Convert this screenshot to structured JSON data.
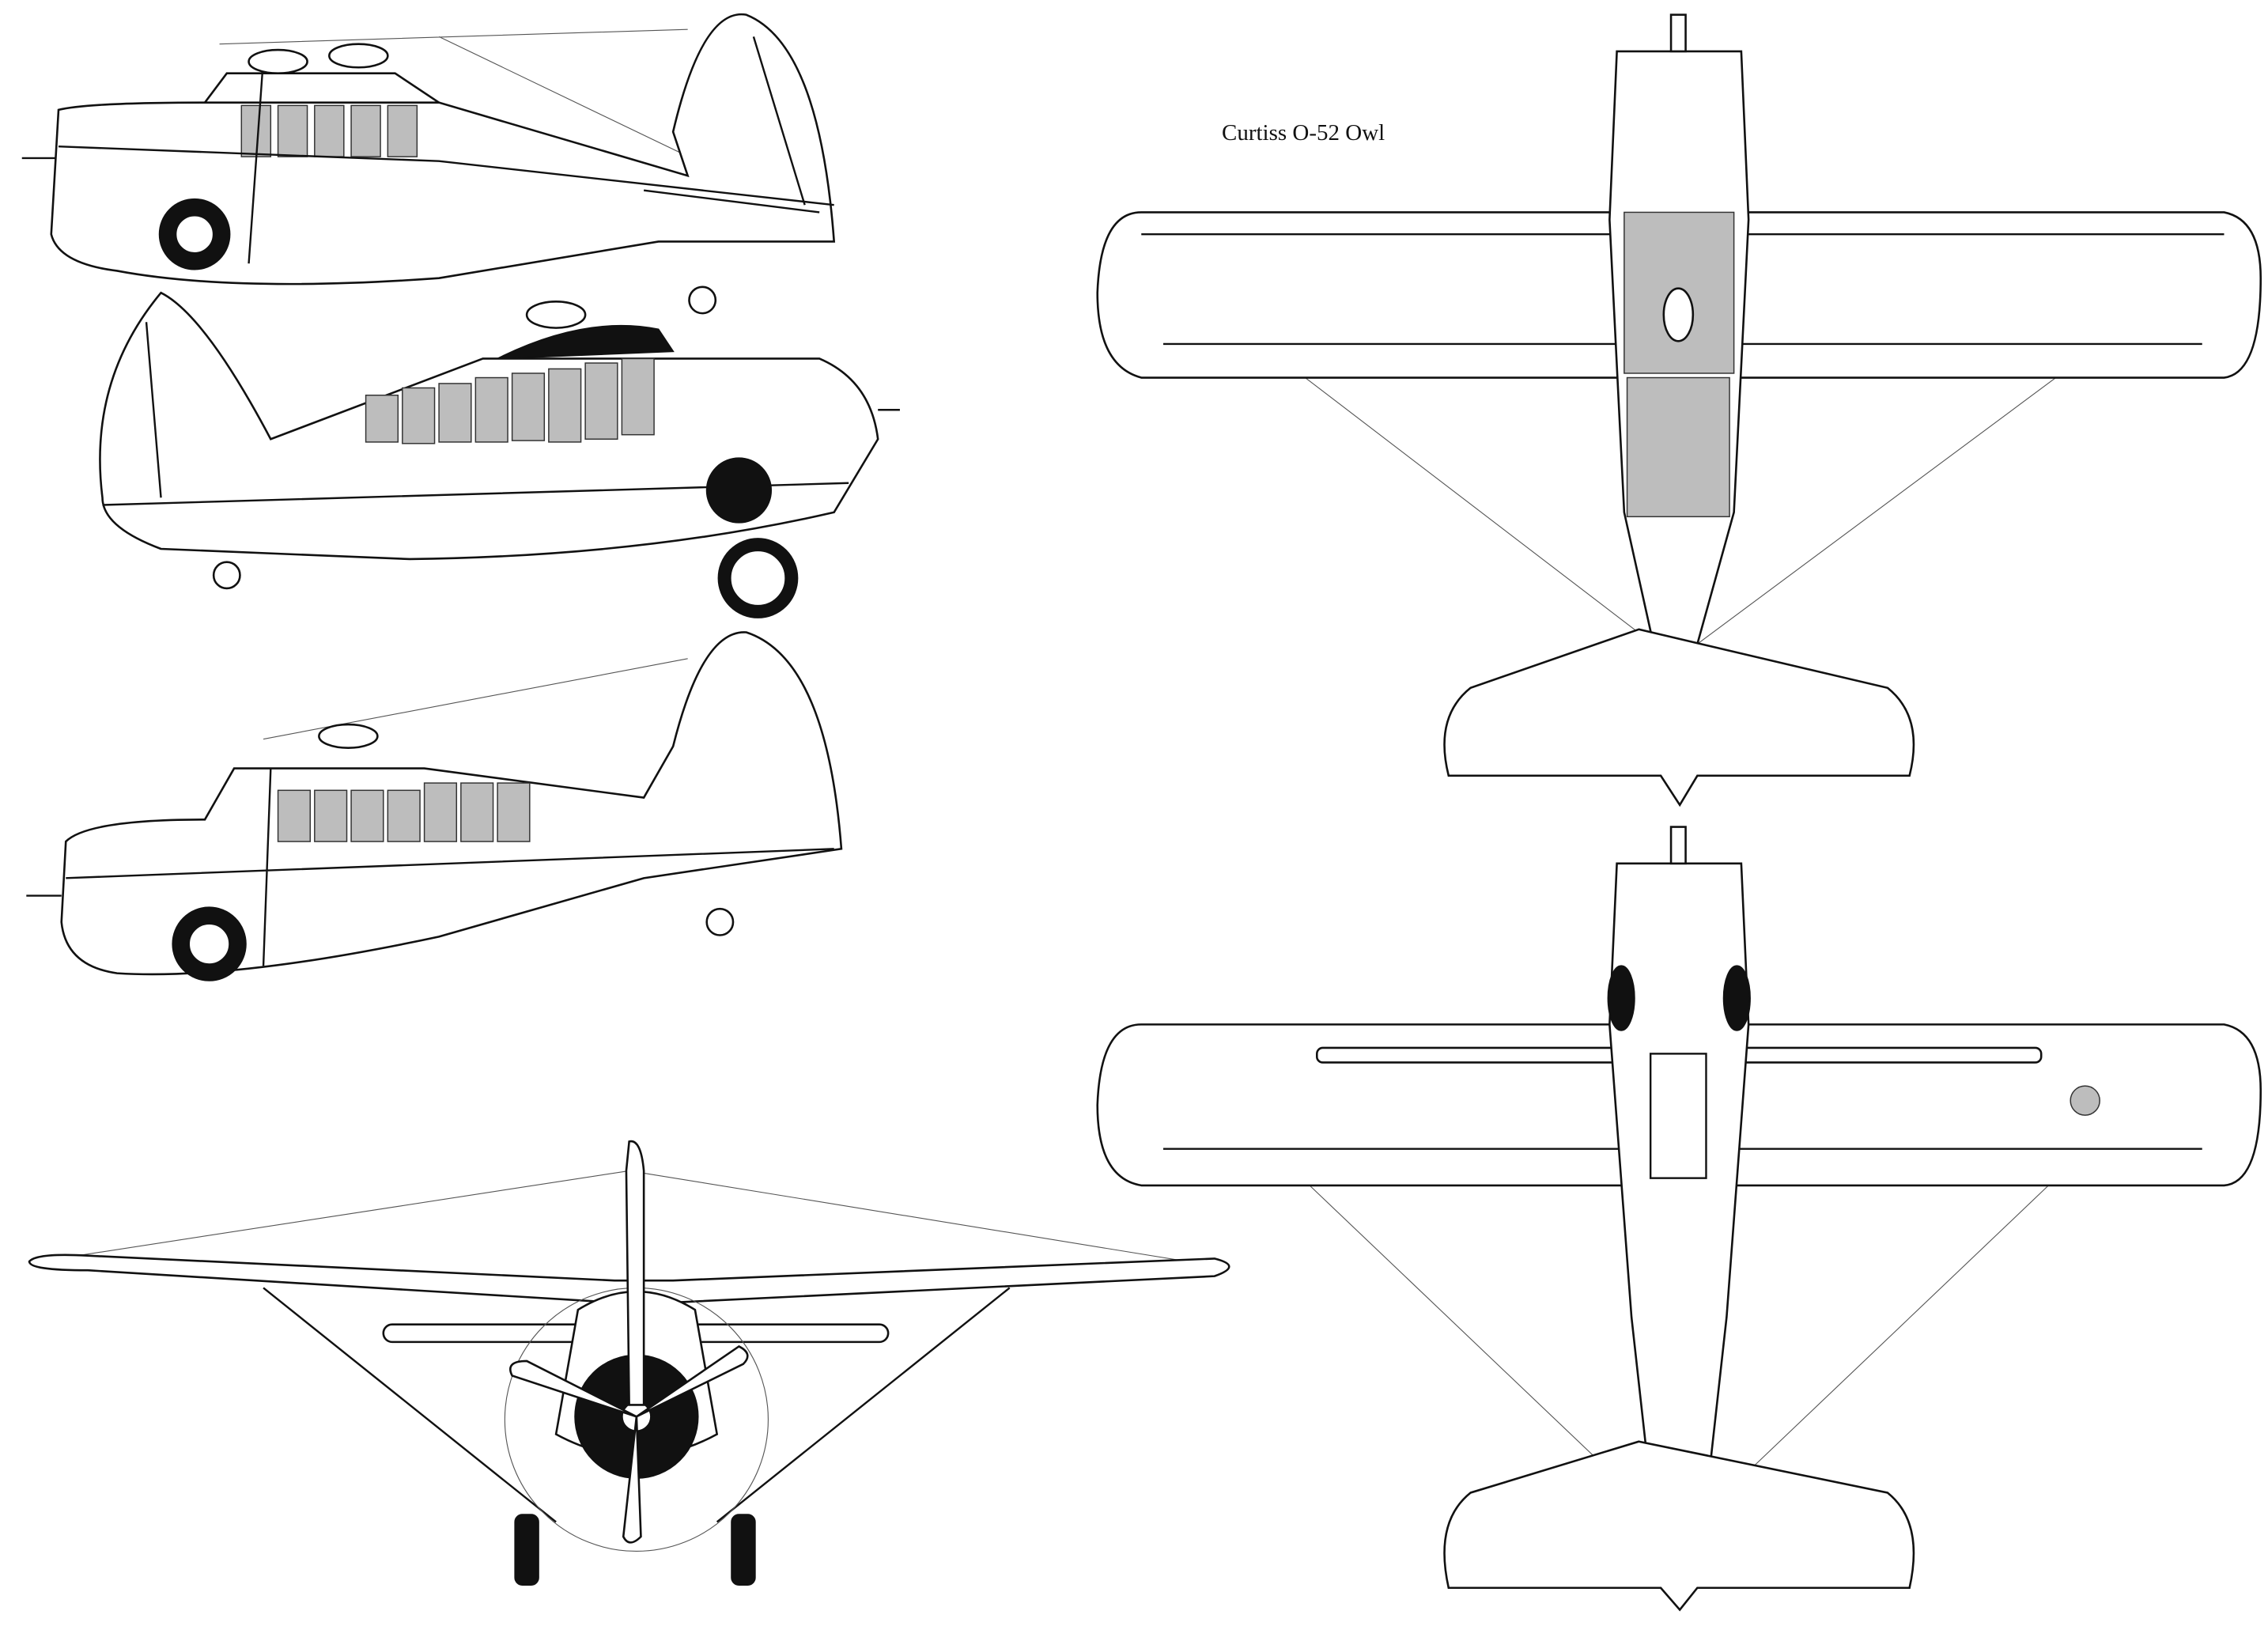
{
  "drawing": {
    "title": "Curtiss O-52 Owl",
    "views": [
      "side-view-left-facing-1",
      "side-view-right-facing",
      "side-view-left-facing-2",
      "front-view",
      "top-view",
      "bottom-view"
    ]
  }
}
